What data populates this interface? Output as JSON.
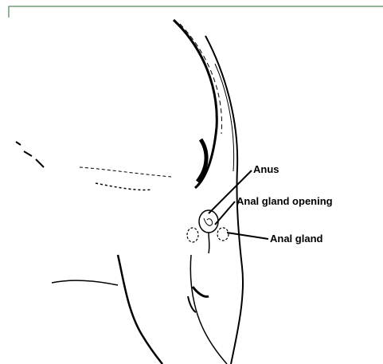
{
  "diagram": {
    "labels": {
      "anus": "Anus",
      "anal_gland_opening": "Anal gland opening",
      "anal_gland": "Anal gland"
    },
    "colors": {
      "border": "#2e6b2e",
      "ink": "#000000",
      "background": "#ffffff"
    }
  }
}
